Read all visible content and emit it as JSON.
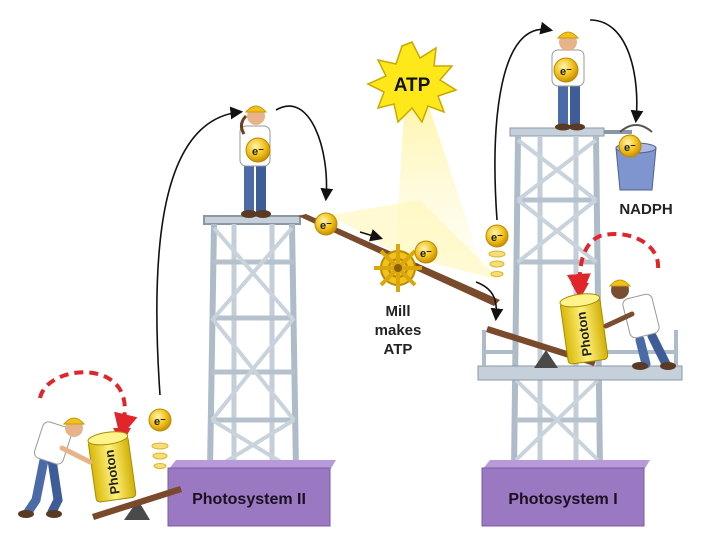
{
  "labels": {
    "atp_burst": "ATP",
    "mill": [
      "Mill",
      "makes",
      "ATP"
    ],
    "nadph": "NADPH",
    "photosystem_ii": "Photosystem II",
    "photosystem_i": "Photosystem I",
    "photon": "Photon",
    "electron": "e⁻"
  },
  "colors": {
    "tower": "#b9c6d2",
    "tower_dark": "#8a98a6",
    "base": "#9b78c2",
    "base_top": "#b89ad8",
    "photon": "#f2d71b",
    "electron": "#f2c21a",
    "red_arrow": "#e0262a",
    "plank": "#7a4a2c",
    "burst": "#ffe81a",
    "bucket": "#7f95d0"
  },
  "icons": [
    "worker-figure",
    "electron-ball",
    "photon-cylinder",
    "mill-wheel-icon",
    "atp-burst-icon",
    "bucket-icon",
    "seesaw"
  ]
}
